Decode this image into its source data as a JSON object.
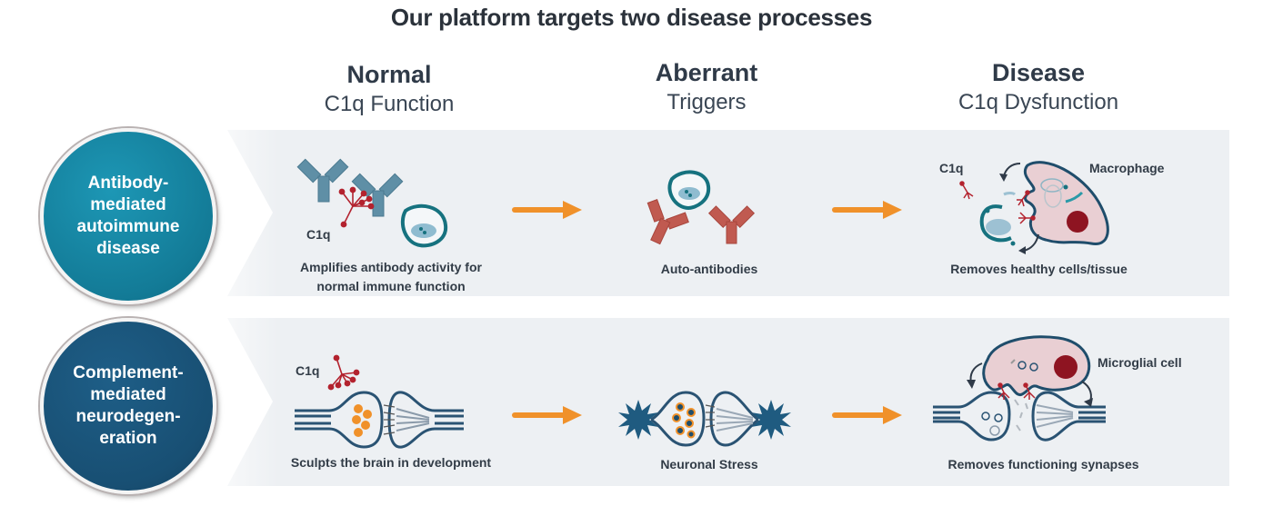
{
  "title": "Our platform targets two disease processes",
  "columns": [
    {
      "heading": "Normal",
      "subheading": "C1q Function"
    },
    {
      "heading": "Aberrant",
      "subheading": "Triggers"
    },
    {
      "heading": "Disease",
      "subheading": "C1q Dysfunction"
    }
  ],
  "rows": [
    {
      "category": "Antibody-mediated autoimmune disease",
      "category_lines": [
        "Antibody-",
        "mediated",
        "autoimmune",
        "disease"
      ],
      "normal": {
        "c1q_label": "C1q",
        "caption_lines": [
          "Amplifies antibody activity for",
          "normal immune function"
        ]
      },
      "aberrant": {
        "caption": "Auto-antibodies"
      },
      "disease": {
        "c1q_label": "C1q",
        "cell_label": "Macrophage",
        "caption": "Removes healthy cells/tissue"
      }
    },
    {
      "category": "Complement-mediated neurodegeneration",
      "category_lines": [
        "Complement-",
        "mediated",
        "neurodegen-",
        "eration"
      ],
      "normal": {
        "c1q_label": "C1q",
        "caption": "Sculpts the brain in development"
      },
      "aberrant": {
        "caption": "Neuronal Stress"
      },
      "disease": {
        "cell_label": "Microglial cell",
        "caption": "Removes functioning synapses"
      }
    }
  ],
  "icons": {
    "flow_arrow": "orange-right-arrow",
    "antibody": "y-shaped-antibody",
    "c1q": "c1q-protein-bouquet",
    "cell": "cell-with-nucleus",
    "synapse": "synapse",
    "macrophage": "macrophage-cell",
    "microglia": "microglial-cell"
  },
  "colors": {
    "band": "#edf0f3",
    "teal_circle": "#137b97",
    "navy_circle": "#184f73",
    "arrow": "#f0912a",
    "c1q": "#b3222e",
    "antibody_normal": "#5f8fa6",
    "antibody_auto": "#c05a50",
    "cell_outline": "#16727f",
    "nerve": "#2a5373"
  }
}
